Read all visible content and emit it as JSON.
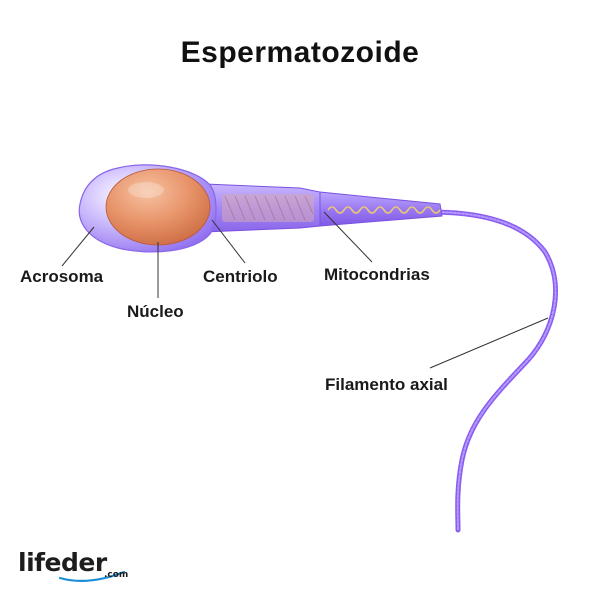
{
  "title": "Espermatozoide",
  "labels": {
    "acrosome": "Acrosoma",
    "nucleus": "Núcleo",
    "centriole": "Centriolo",
    "mitochondria": "Mitocondrias",
    "axial_filament": "Filamento axial"
  },
  "logo": {
    "word": "lifeder",
    "domain": ".com"
  },
  "colors": {
    "membrane": "#a78bf5",
    "membrane_dark": "#7a52e0",
    "tail": "#8a5cf0",
    "nucleus": "#e58a5f",
    "mitochondria_coil": "#e8c874",
    "leader_line": "#333333",
    "logo_accent": "#1a8fd6"
  }
}
